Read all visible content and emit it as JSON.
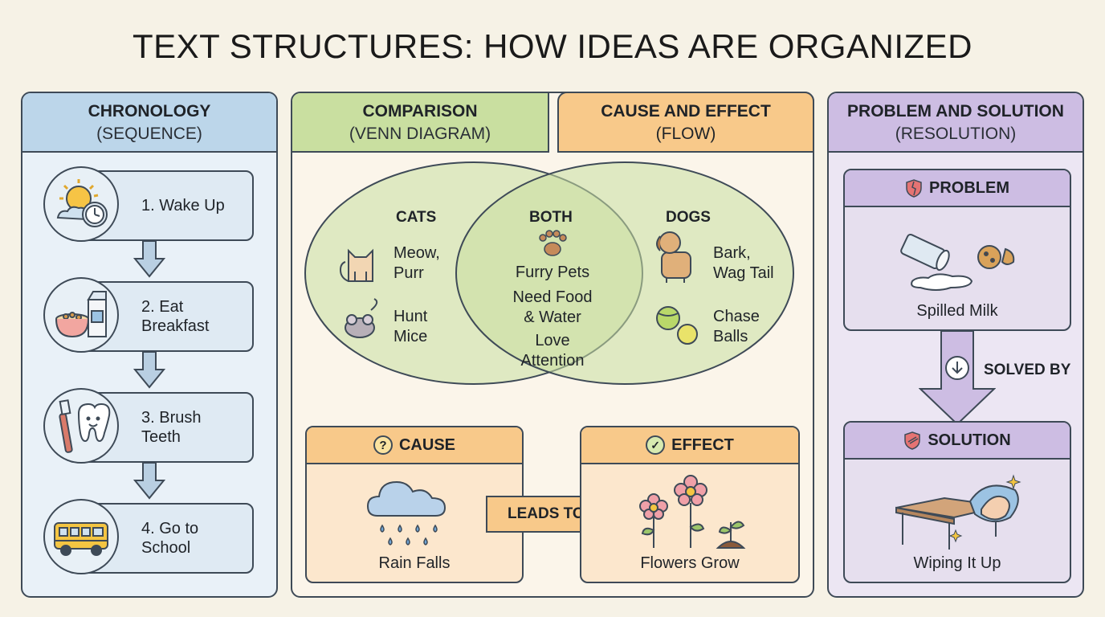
{
  "title": "TEXT STRUCTURES: HOW IDEAS ARE ORGANIZED",
  "colors": {
    "blue": "#bcd6ea",
    "green": "#c9dfa0",
    "orange": "#f8c98a",
    "purple": "#cdbde3"
  },
  "chronology": {
    "heading": "CHRONOLOGY",
    "subheading": "(SEQUENCE)",
    "steps": [
      {
        "line1": "1. Wake Up",
        "line2": "",
        "icon": "sun-clock-icon"
      },
      {
        "line1": "2. Eat",
        "line2": "Breakfast",
        "icon": "cereal-milk-icon"
      },
      {
        "line1": "3. Brush",
        "line2": "Teeth",
        "icon": "toothbrush-tooth-icon"
      },
      {
        "line1": "4. Go to",
        "line2": "School",
        "icon": "school-bus-icon"
      }
    ]
  },
  "comparison": {
    "heading": "COMPARISON",
    "subheading": "(VENN DIAGRAM)",
    "left_label": "CATS",
    "both_label": "BOTH",
    "right_label": "DOGS",
    "left_items": [
      [
        "Meow,",
        "Purr"
      ],
      [
        "Hunt",
        "Mice"
      ]
    ],
    "both_items": [
      [
        "Furry Pets"
      ],
      [
        "Need Food",
        "& Water"
      ],
      [
        "Love",
        "Attention"
      ]
    ],
    "right_items": [
      [
        "Bark,",
        "Wag Tail"
      ],
      [
        "Chase",
        "Balls"
      ]
    ]
  },
  "cause_effect": {
    "heading": "CAUSE AND EFFECT",
    "subheading": "(FLOW)",
    "cause_label": "CAUSE",
    "cause_caption": "Rain Falls",
    "arrow_label": "LEADS TO",
    "effect_label": "EFFECT",
    "effect_caption": "Flowers Grow"
  },
  "problem_solution": {
    "heading": "PROBLEM AND SOLUTION",
    "subheading": "(RESOLUTION)",
    "problem_label": "PROBLEM",
    "problem_caption": "Spilled Milk",
    "arrow_label": "SOLVED BY",
    "solution_label": "SOLUTION",
    "solution_caption": "Wiping It Up"
  }
}
